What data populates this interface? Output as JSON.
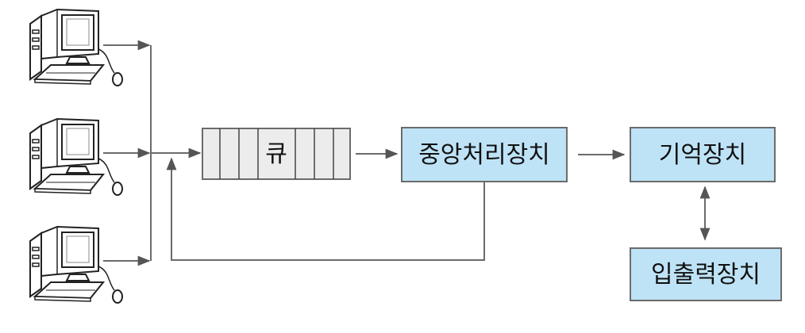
{
  "nodes": {
    "queue": {
      "label": "큐"
    },
    "cpu": {
      "label": "중앙처리장치"
    },
    "memory": {
      "label": "기억장치"
    },
    "io": {
      "label": "입출력장치"
    }
  },
  "colors": {
    "box_fill": "#bfe3f6",
    "box_stroke": "#6b6b6b",
    "queue_fill": "#ececec",
    "line": "#6b6b6b",
    "terminal_outline": "#222222"
  },
  "terminals": [
    {
      "icon": "computer-terminal-icon"
    },
    {
      "icon": "computer-terminal-icon"
    },
    {
      "icon": "computer-terminal-icon"
    }
  ]
}
